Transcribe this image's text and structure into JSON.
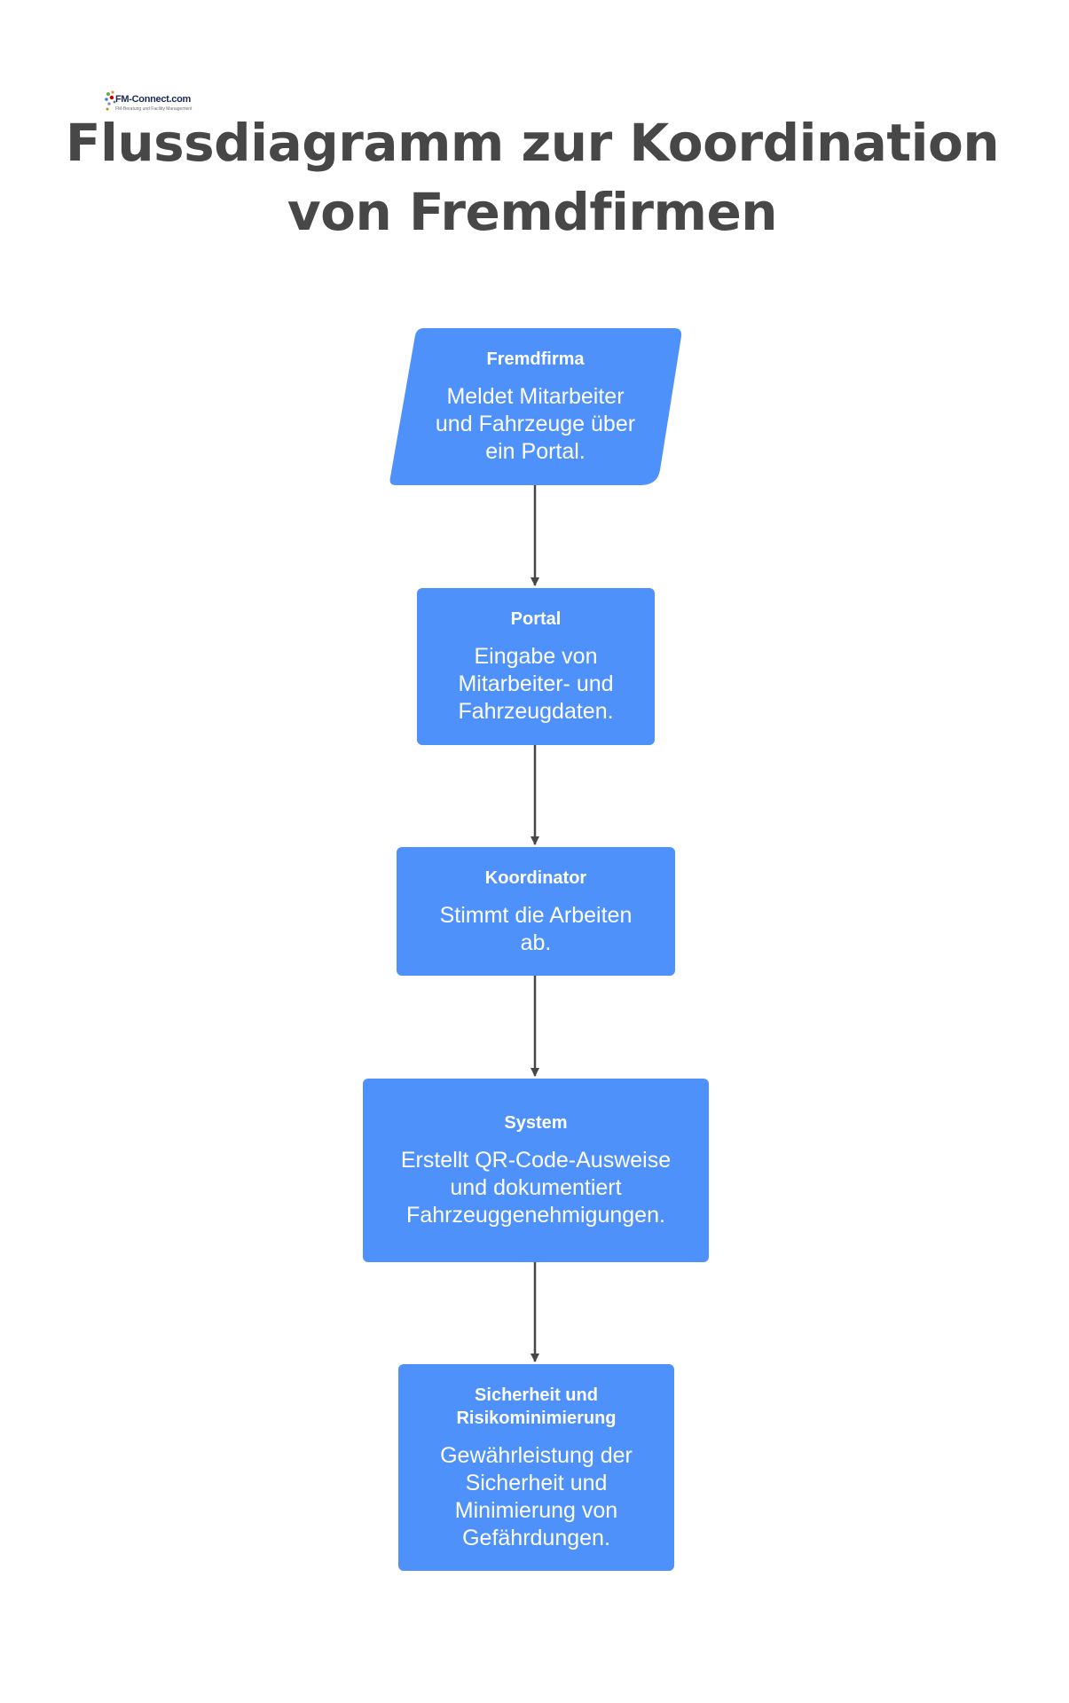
{
  "logo": {
    "brand": "FM-Connect.com",
    "tagline": "FM-Beratung und Facility Management"
  },
  "title": "Flussdiagramm zur Koordination von Fremdfirmen",
  "colors": {
    "node_fill": "#4f91fa",
    "node_text": "#ffffff",
    "arrow": "#474747",
    "title": "#474747"
  },
  "nodes": [
    {
      "shape": "parallelogram",
      "title": "Fremdfirma",
      "text": "Meldet Mitarbeiter und Fahrzeuge über ein Portal."
    },
    {
      "shape": "rectangle",
      "title": "Portal",
      "text": "Eingabe von Mitarbeiter- und Fahrzeugdaten."
    },
    {
      "shape": "rectangle",
      "title": "Koordinator",
      "text": "Stimmt die Arbeiten ab."
    },
    {
      "shape": "rectangle",
      "title": "System",
      "text": "Erstellt QR-Code-Ausweise und dokumentiert Fahrzeuggenehmigungen."
    },
    {
      "shape": "rectangle",
      "title": "Sicherheit und Risikominimierung",
      "text": "Gewährleistung der Sicherheit und Minimierung von Gefährdungen."
    }
  ],
  "edges": [
    {
      "from": "Fremdfirma",
      "to": "Portal"
    },
    {
      "from": "Portal",
      "to": "Koordinator"
    },
    {
      "from": "Koordinator",
      "to": "System"
    },
    {
      "from": "System",
      "to": "Sicherheit und Risikominimierung"
    }
  ]
}
